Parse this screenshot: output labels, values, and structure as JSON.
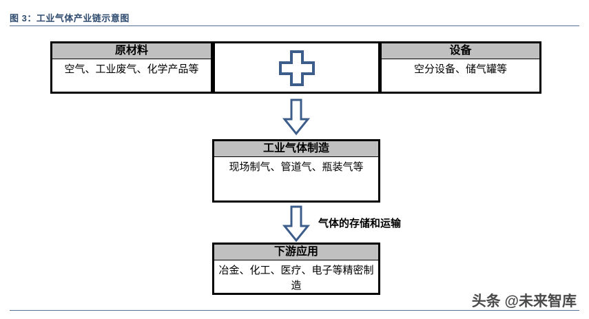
{
  "figure": {
    "title": "图 3：工业气体产业链示意图",
    "title_color": "#2e4b6e",
    "rule_color": "#54708f"
  },
  "diagram": {
    "type": "flowchart",
    "header_fill": "#c0c0c0",
    "border_color": "#000000",
    "arrow_outline_color": "#3c5c8a",
    "arrow_fill": "#ffffff",
    "nodes": [
      {
        "id": "raw-material",
        "header": "原材料",
        "body": "空气、工业废气、化学产品等",
        "row": "inputs",
        "column": "left"
      },
      {
        "id": "plus-cell",
        "header": "",
        "body": "",
        "row": "inputs",
        "column": "center",
        "icon": "plus-icon"
      },
      {
        "id": "equipment",
        "header": "设备",
        "body": "空分设备、储气罐等",
        "row": "inputs",
        "column": "right"
      },
      {
        "id": "manufacturing",
        "header": "工业气体制造",
        "body": "现场制气、管道气、瓶装气等",
        "row": "midstream",
        "column": "center"
      },
      {
        "id": "downstream",
        "header": "下游应用",
        "body": "冶金、化工、医疗、电子等精密制造",
        "row": "downstream",
        "column": "center"
      }
    ],
    "connectors": [
      {
        "id": "arrow-one",
        "icon": "down-arrow-icon",
        "from": "inputs",
        "to": "manufacturing",
        "label": ""
      },
      {
        "id": "arrow-two",
        "icon": "down-arrow-icon",
        "from": "manufacturing",
        "to": "downstream",
        "label": "气体的存储和运输"
      }
    ]
  },
  "watermark": {
    "text": "头条 @未来智库"
  }
}
